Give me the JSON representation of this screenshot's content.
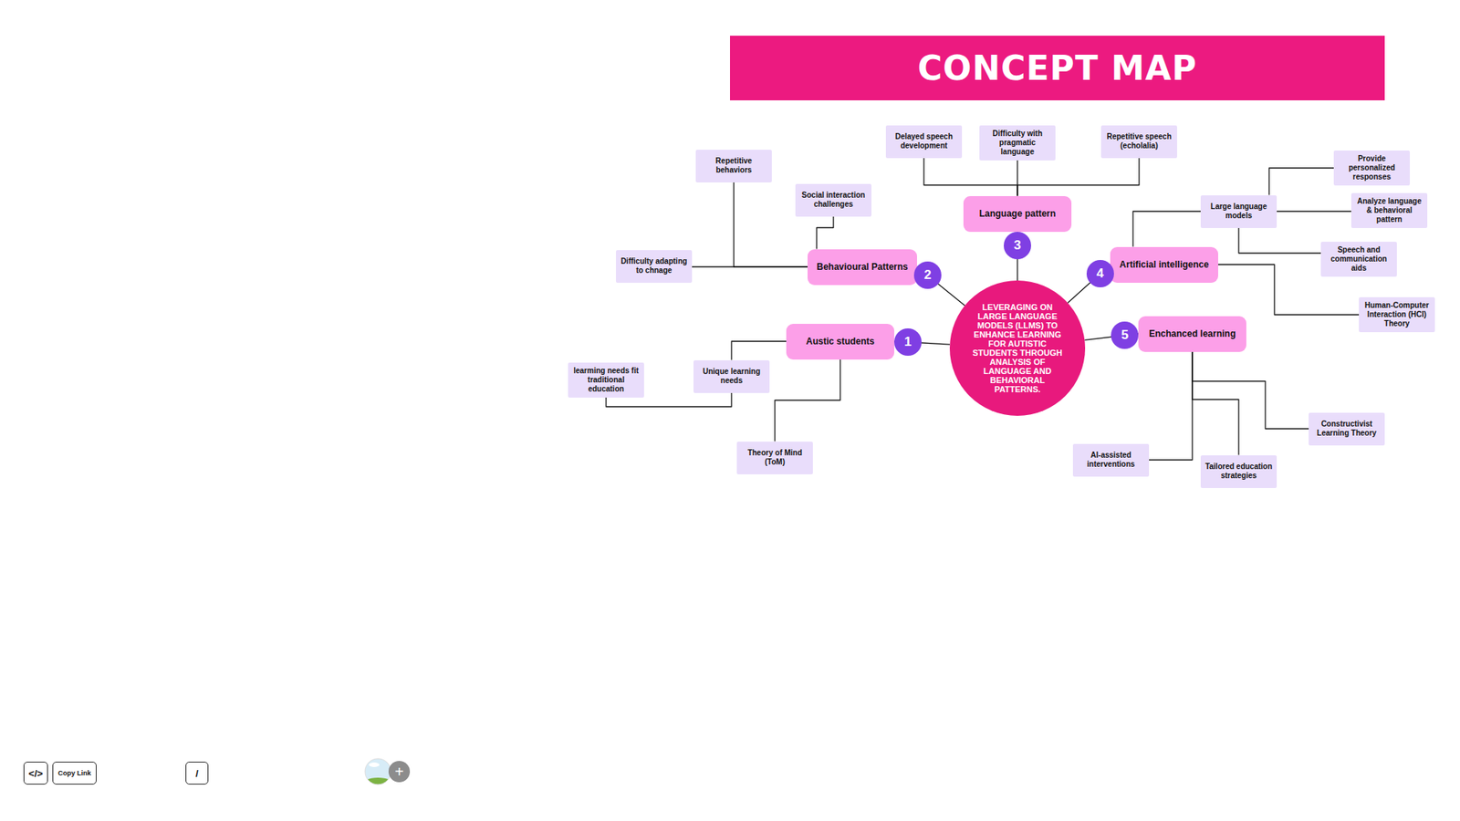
{
  "diagram": {
    "title": "CONCEPT MAP",
    "nodes": [
      {
        "text": [
          "LEVERAGING ON LARGE LANGUAGE MODELS (LLMS) TO ENHANCE LEARNING FOR AUTISTIC STUDENTS THROUGH ANALYSIS OF LANGUAGE AND BEHAVIORAL PATTERNS."
        ]
      },
      {
        "text": [
          "Austic students"
        ]
      },
      {
        "text": [
          "Unique learning needs"
        ]
      },
      {
        "text": [
          "learming needs fit traditional education"
        ]
      },
      {
        "text": [
          "Theory of Mind (ToM)"
        ]
      },
      {
        "text": [
          "Behavioural Patterns"
        ]
      },
      {
        "text": [
          "Repetitive behaviors"
        ]
      },
      {
        "text": [
          "Social interaction challenges"
        ]
      },
      {
        "text": [
          "Difficulty adapting to chnage"
        ]
      },
      {
        "text": [
          "Language pattern"
        ]
      },
      {
        "text": [
          "Delayed speech development"
        ]
      },
      {
        "text": [
          "Difficulty with pragmatic language"
        ]
      },
      {
        "text": [
          "Repetitive speech (echolalia)"
        ]
      },
      {
        "text": [
          "Artificial intelligence"
        ]
      },
      {
        "text": [
          "Large language models"
        ]
      },
      {
        "text": [
          "Provide personalized responses"
        ]
      },
      {
        "text": [
          "Analyze language & behavioral pattern"
        ]
      },
      {
        "text": [
          "Speech and communication aids"
        ]
      },
      {
        "text": [
          "Human-Computer Interaction (HCI) Theory"
        ]
      },
      {
        "text": [
          "Enchanced learning"
        ]
      },
      {
        "text": [
          "Constructivist Learning Theory"
        ]
      },
      {
        "text": [
          "Tailored education strategies"
        ]
      },
      {
        "text": [
          "AI-assisted interventions"
        ]
      },
      {
        "text": [
          "</>"
        ]
      },
      {
        "text": [
          "Copy Link"
        ]
      },
      {
        "text": [
          "/"
        ]
      },
      {
        "text": [
          "+"
        ]
      }
    ],
    "edges": [
      {
        "from": 0,
        "to": 1,
        "arrow": "none",
        "label": "1"
      },
      {
        "from": 0,
        "to": 5,
        "arrow": "none",
        "label": "2"
      },
      {
        "from": 0,
        "to": 9,
        "arrow": "none",
        "label": "3"
      },
      {
        "from": 0,
        "to": 13,
        "arrow": "none",
        "label": "4"
      },
      {
        "from": 0,
        "to": 19,
        "arrow": "none",
        "label": "5"
      },
      {
        "from": 1,
        "to": 2,
        "arrow": "none"
      },
      {
        "from": 2,
        "to": 3,
        "arrow": "none"
      },
      {
        "from": 1,
        "to": 4,
        "arrow": "none"
      },
      {
        "from": 5,
        "to": 6,
        "arrow": "none"
      },
      {
        "from": 5,
        "to": 7,
        "arrow": "none"
      },
      {
        "from": 5,
        "to": 8,
        "arrow": "none"
      },
      {
        "from": 9,
        "to": 10,
        "arrow": "none"
      },
      {
        "from": 9,
        "to": 11,
        "arrow": "none"
      },
      {
        "from": 9,
        "to": 12,
        "arrow": "none"
      },
      {
        "from": 13,
        "to": 14,
        "arrow": "none"
      },
      {
        "from": 14,
        "to": 15,
        "arrow": "none"
      },
      {
        "from": 14,
        "to": 16,
        "arrow": "none"
      },
      {
        "from": 14,
        "to": 17,
        "arrow": "none"
      },
      {
        "from": 13,
        "to": 18,
        "arrow": "none"
      },
      {
        "from": 19,
        "to": 20,
        "arrow": "none"
      },
      {
        "from": 19,
        "to": 21,
        "arrow": "none"
      },
      {
        "from": 19,
        "to": 22,
        "arrow": "none"
      }
    ]
  }
}
